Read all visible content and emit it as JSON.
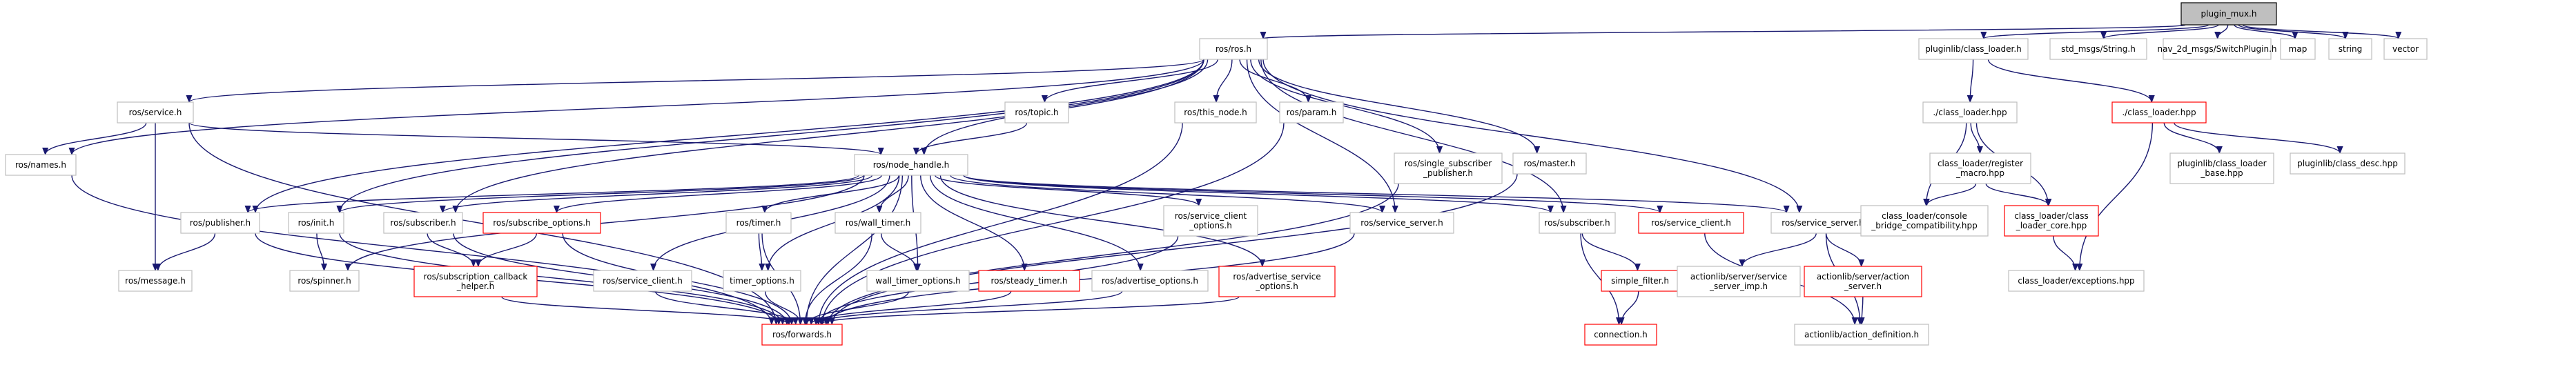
{
  "graph": {
    "title": "plugin_mux.h",
    "colors": {
      "edge": "#191970",
      "border": "#bfbfbf",
      "missing_border": "#ff0000",
      "root_fill": "#bfbfbf"
    },
    "nodes": [
      {
        "id": "plugin_mux",
        "lines": [
          "plugin_mux.h"
        ],
        "kind": "root"
      },
      {
        "id": "ros_ros",
        "lines": [
          "ros/ros.h"
        ],
        "kind": "normal"
      },
      {
        "id": "pluginlib_class_loader",
        "lines": [
          "pluginlib/class_loader.h"
        ],
        "kind": "normal"
      },
      {
        "id": "std_msgs_string",
        "lines": [
          "std_msgs/String.h"
        ],
        "kind": "plain"
      },
      {
        "id": "nav_switch",
        "lines": [
          "nav_2d_msgs/SwitchPlugin.h"
        ],
        "kind": "plain"
      },
      {
        "id": "map",
        "lines": [
          "map"
        ],
        "kind": "plain"
      },
      {
        "id": "string",
        "lines": [
          "string"
        ],
        "kind": "plain"
      },
      {
        "id": "vector",
        "lines": [
          "vector"
        ],
        "kind": "plain"
      },
      {
        "id": "ros_service",
        "lines": [
          "ros/service.h"
        ],
        "kind": "normal"
      },
      {
        "id": "ros_topic",
        "lines": [
          "ros/topic.h"
        ],
        "kind": "normal"
      },
      {
        "id": "ros_this_node",
        "lines": [
          "ros/this_node.h"
        ],
        "kind": "normal"
      },
      {
        "id": "ros_param",
        "lines": [
          "ros/param.h"
        ],
        "kind": "normal"
      },
      {
        "id": "ros_single_sub_pub",
        "lines": [
          "ros/single_subscriber",
          "_publisher.h"
        ],
        "kind": "normal"
      },
      {
        "id": "ros_master",
        "lines": [
          "ros/master.h"
        ],
        "kind": "normal"
      },
      {
        "id": "class_loader_hpp",
        "lines": [
          "./class_loader.hpp"
        ],
        "kind": "normal"
      },
      {
        "id": "class_loader_hpp_red",
        "lines": [
          "./class_loader.hpp"
        ],
        "kind": "missing"
      },
      {
        "id": "ros_names",
        "lines": [
          "ros/names.h"
        ],
        "kind": "normal"
      },
      {
        "id": "ros_node_handle",
        "lines": [
          "ros/node_handle.h"
        ],
        "kind": "normal"
      },
      {
        "id": "register_macro",
        "lines": [
          "class_loader/register",
          "_macro.hpp"
        ],
        "kind": "normal"
      },
      {
        "id": "pl_class_loader_base",
        "lines": [
          "pluginlib/class_loader",
          "_base.hpp"
        ],
        "kind": "normal"
      },
      {
        "id": "pl_class_desc",
        "lines": [
          "pluginlib/class_desc.hpp"
        ],
        "kind": "normal"
      },
      {
        "id": "ros_publisher",
        "lines": [
          "ros/publisher.h"
        ],
        "kind": "normal"
      },
      {
        "id": "ros_init",
        "lines": [
          "ros/init.h"
        ],
        "kind": "normal"
      },
      {
        "id": "ros_subscriber",
        "lines": [
          "ros/subscriber.h"
        ],
        "kind": "normal"
      },
      {
        "id": "ros_subscribe_options",
        "lines": [
          "ros/subscribe_options.h"
        ],
        "kind": "missing"
      },
      {
        "id": "ros_timer",
        "lines": [
          "ros/timer.h"
        ],
        "kind": "normal"
      },
      {
        "id": "ros_wall_timer",
        "lines": [
          "ros/wall_timer.h"
        ],
        "kind": "normal"
      },
      {
        "id": "ros_service_client_options",
        "lines": [
          "ros/service_client",
          "_options.h"
        ],
        "kind": "normal"
      },
      {
        "id": "ros_service_server",
        "lines": [
          "ros/service_server.h"
        ],
        "kind": "normal"
      },
      {
        "id": "ros_subscriber2",
        "lines": [
          "ros/subscriber.h"
        ],
        "kind": "normal"
      },
      {
        "id": "ros_service_client_red",
        "lines": [
          "ros/service_client.h"
        ],
        "kind": "missing"
      },
      {
        "id": "ros_service_server2",
        "lines": [
          "ros/service_server.h"
        ],
        "kind": "normal"
      },
      {
        "id": "console_bridge",
        "lines": [
          "class_loader/console",
          "_bridge_compatibility.hpp"
        ],
        "kind": "normal"
      },
      {
        "id": "class_loader_core",
        "lines": [
          "class_loader/class",
          "_loader_core.hpp"
        ],
        "kind": "missing"
      },
      {
        "id": "ros_message",
        "lines": [
          "ros/message.h"
        ],
        "kind": "normal"
      },
      {
        "id": "ros_spinner",
        "lines": [
          "ros/spinner.h"
        ],
        "kind": "normal"
      },
      {
        "id": "sub_cb_helper",
        "lines": [
          "ros/subscription_callback",
          "_helper.h"
        ],
        "kind": "missing"
      },
      {
        "id": "ros_service_client",
        "lines": [
          "ros/service_client.h"
        ],
        "kind": "normal"
      },
      {
        "id": "timer_options",
        "lines": [
          "timer_options.h"
        ],
        "kind": "normal"
      },
      {
        "id": "wall_timer_options",
        "lines": [
          "wall_timer_options.h"
        ],
        "kind": "normal"
      },
      {
        "id": "ros_steady_timer",
        "lines": [
          "ros/steady_timer.h"
        ],
        "kind": "missing"
      },
      {
        "id": "ros_advertise_options",
        "lines": [
          "ros/advertise_options.h"
        ],
        "kind": "normal"
      },
      {
        "id": "ros_adv_service_options",
        "lines": [
          "ros/advertise_service",
          "_options.h"
        ],
        "kind": "missing"
      },
      {
        "id": "simple_filter",
        "lines": [
          "simple_filter.h"
        ],
        "kind": "missing"
      },
      {
        "id": "al_service_server_imp",
        "lines": [
          "actionlib/server/service",
          "_server_imp.h"
        ],
        "kind": "normal"
      },
      {
        "id": "al_action_server",
        "lines": [
          "actionlib/server/action",
          "_server.h"
        ],
        "kind": "missing"
      },
      {
        "id": "class_loader_exceptions",
        "lines": [
          "class_loader/exceptions.hpp"
        ],
        "kind": "normal"
      },
      {
        "id": "ros_forwards",
        "lines": [
          "ros/forwards.h"
        ],
        "kind": "missing"
      },
      {
        "id": "connection",
        "lines": [
          "connection.h"
        ],
        "kind": "missing"
      },
      {
        "id": "al_action_definition",
        "lines": [
          "actionlib/action_definition.h"
        ],
        "kind": "normal"
      }
    ],
    "edges": [
      [
        "plugin_mux",
        "ros_ros"
      ],
      [
        "plugin_mux",
        "pluginlib_class_loader"
      ],
      [
        "plugin_mux",
        "std_msgs_string"
      ],
      [
        "plugin_mux",
        "nav_switch"
      ],
      [
        "plugin_mux",
        "map"
      ],
      [
        "plugin_mux",
        "string"
      ],
      [
        "plugin_mux",
        "vector"
      ],
      [
        "ros_ros",
        "ros_service"
      ],
      [
        "ros_ros",
        "ros_topic"
      ],
      [
        "ros_ros",
        "ros_this_node"
      ],
      [
        "ros_ros",
        "ros_param"
      ],
      [
        "ros_ros",
        "ros_single_sub_pub"
      ],
      [
        "ros_ros",
        "ros_master"
      ],
      [
        "ros_ros",
        "ros_names"
      ],
      [
        "ros_ros",
        "ros_node_handle"
      ],
      [
        "ros_ros",
        "ros_publisher"
      ],
      [
        "ros_ros",
        "ros_init"
      ],
      [
        "ros_ros",
        "ros_subscriber"
      ],
      [
        "ros_ros",
        "ros_service_server"
      ],
      [
        "ros_ros",
        "ros_subscriber2"
      ],
      [
        "ros_ros",
        "ros_service_server2"
      ],
      [
        "pluginlib_class_loader",
        "class_loader_hpp"
      ],
      [
        "pluginlib_class_loader",
        "class_loader_hpp_red"
      ],
      [
        "class_loader_hpp",
        "register_macro"
      ],
      [
        "class_loader_hpp",
        "console_bridge"
      ],
      [
        "class_loader_hpp",
        "class_loader_core"
      ],
      [
        "class_loader_hpp_red",
        "pl_class_loader_base"
      ],
      [
        "class_loader_hpp_red",
        "pl_class_desc"
      ],
      [
        "class_loader_hpp_red",
        "class_loader_exceptions"
      ],
      [
        "register_macro",
        "console_bridge"
      ],
      [
        "register_macro",
        "class_loader_core"
      ],
      [
        "class_loader_core",
        "class_loader_exceptions"
      ],
      [
        "ros_service",
        "ros_names"
      ],
      [
        "ros_service",
        "ros_node_handle"
      ],
      [
        "ros_service",
        "ros_message"
      ],
      [
        "ros_service",
        "ros_forwards"
      ],
      [
        "ros_topic",
        "ros_node_handle"
      ],
      [
        "ros_this_node",
        "ros_forwards"
      ],
      [
        "ros_param",
        "ros_forwards"
      ],
      [
        "ros_single_sub_pub",
        "ros_forwards"
      ],
      [
        "ros_master",
        "ros_forwards"
      ],
      [
        "ros_names",
        "ros_forwards"
      ],
      [
        "ros_node_handle",
        "ros_publisher"
      ],
      [
        "ros_node_handle",
        "ros_init"
      ],
      [
        "ros_node_handle",
        "ros_spinner"
      ],
      [
        "ros_node_handle",
        "ros_subscriber"
      ],
      [
        "ros_node_handle",
        "ros_subscribe_options"
      ],
      [
        "ros_node_handle",
        "ros_service_client"
      ],
      [
        "ros_node_handle",
        "ros_timer"
      ],
      [
        "ros_node_handle",
        "timer_options"
      ],
      [
        "ros_node_handle",
        "ros_wall_timer"
      ],
      [
        "ros_node_handle",
        "wall_timer_options"
      ],
      [
        "ros_node_handle",
        "ros_steady_timer"
      ],
      [
        "ros_node_handle",
        "ros_advertise_options"
      ],
      [
        "ros_node_handle",
        "ros_adv_service_options"
      ],
      [
        "ros_node_handle",
        "ros_service_client_options"
      ],
      [
        "ros_node_handle",
        "ros_service_server"
      ],
      [
        "ros_node_handle",
        "ros_subscriber2"
      ],
      [
        "ros_node_handle",
        "ros_service_client_red"
      ],
      [
        "ros_node_handle",
        "ros_service_server2"
      ],
      [
        "ros_node_handle",
        "ros_forwards"
      ],
      [
        "ros_publisher",
        "ros_message"
      ],
      [
        "ros_publisher",
        "ros_forwards"
      ],
      [
        "ros_init",
        "ros_spinner"
      ],
      [
        "ros_init",
        "ros_forwards"
      ],
      [
        "ros_subscriber",
        "sub_cb_helper"
      ],
      [
        "ros_subscriber",
        "ros_forwards"
      ],
      [
        "ros_subscribe_options",
        "sub_cb_helper"
      ],
      [
        "ros_subscribe_options",
        "ros_forwards"
      ],
      [
        "ros_service_client",
        "ros_forwards"
      ],
      [
        "ros_timer",
        "timer_options"
      ],
      [
        "ros_timer",
        "ros_forwards"
      ],
      [
        "ros_wall_timer",
        "wall_timer_options"
      ],
      [
        "ros_wall_timer",
        "ros_forwards"
      ],
      [
        "timer_options",
        "ros_forwards"
      ],
      [
        "wall_timer_options",
        "ros_forwards"
      ],
      [
        "ros_steady_timer",
        "ros_forwards"
      ],
      [
        "ros_advertise_options",
        "ros_forwards"
      ],
      [
        "ros_adv_service_options",
        "ros_forwards"
      ],
      [
        "ros_service_client_options",
        "ros_forwards"
      ],
      [
        "ros_service_server",
        "ros_forwards"
      ],
      [
        "sub_cb_helper",
        "ros_forwards"
      ],
      [
        "ros_subscriber2",
        "simple_filter"
      ],
      [
        "ros_subscriber2",
        "connection"
      ],
      [
        "simple_filter",
        "connection"
      ],
      [
        "ros_service_client_red",
        "al_action_definition"
      ],
      [
        "ros_service_server2",
        "al_service_server_imp"
      ],
      [
        "ros_service_server2",
        "al_action_server"
      ],
      [
        "ros_service_server2",
        "al_action_definition"
      ],
      [
        "al_action_server",
        "al_action_definition"
      ]
    ]
  }
}
